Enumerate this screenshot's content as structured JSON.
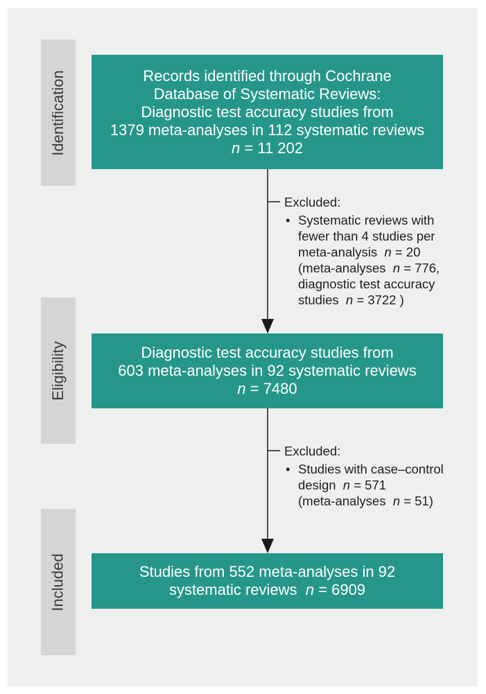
{
  "stages": [
    {
      "label": "Identification"
    },
    {
      "label": "Eligibility"
    },
    {
      "label": "Included"
    }
  ],
  "boxes": [
    {
      "lines": [
        "Records identified through Cochrane",
        "Database of Systematic Reviews:",
        "Diagnostic test accuracy studies from",
        "1379 meta-analyses in 112 systematic reviews"
      ],
      "n_label": "n",
      "n_value": "= 11 202"
    },
    {
      "lines": [
        "Diagnostic test accuracy studies from",
        "603 meta-analyses in 92 systematic reviews"
      ],
      "n_label": "n",
      "n_value": "= 7480"
    },
    {
      "lines": [
        "Studies from 552 meta-analyses in 92"
      ],
      "last_prefix": "systematic reviews",
      "n_label": "n",
      "n_value": "= 6909"
    }
  ],
  "exclusions": [
    {
      "heading": "Excluded:",
      "l1": "Systematic reviews with",
      "l2": "fewer than 4 studies per",
      "l3a": "meta-analysis",
      "l3n": "n",
      "l3b": "= 20",
      "l4a": "(meta-analyses",
      "l4n": "n",
      "l4b": "= 776,",
      "l5": "diagnostic test accuracy",
      "l6a": "studies",
      "l6n": "n",
      "l6b": "= 3722 )"
    },
    {
      "heading": "Excluded:",
      "l1": "Studies with case–control",
      "l2a": "design",
      "l2n": "n",
      "l2b": "= 571",
      "l3a": "(meta-analyses",
      "l3n": "n",
      "l3b": "= 51)"
    }
  ]
}
